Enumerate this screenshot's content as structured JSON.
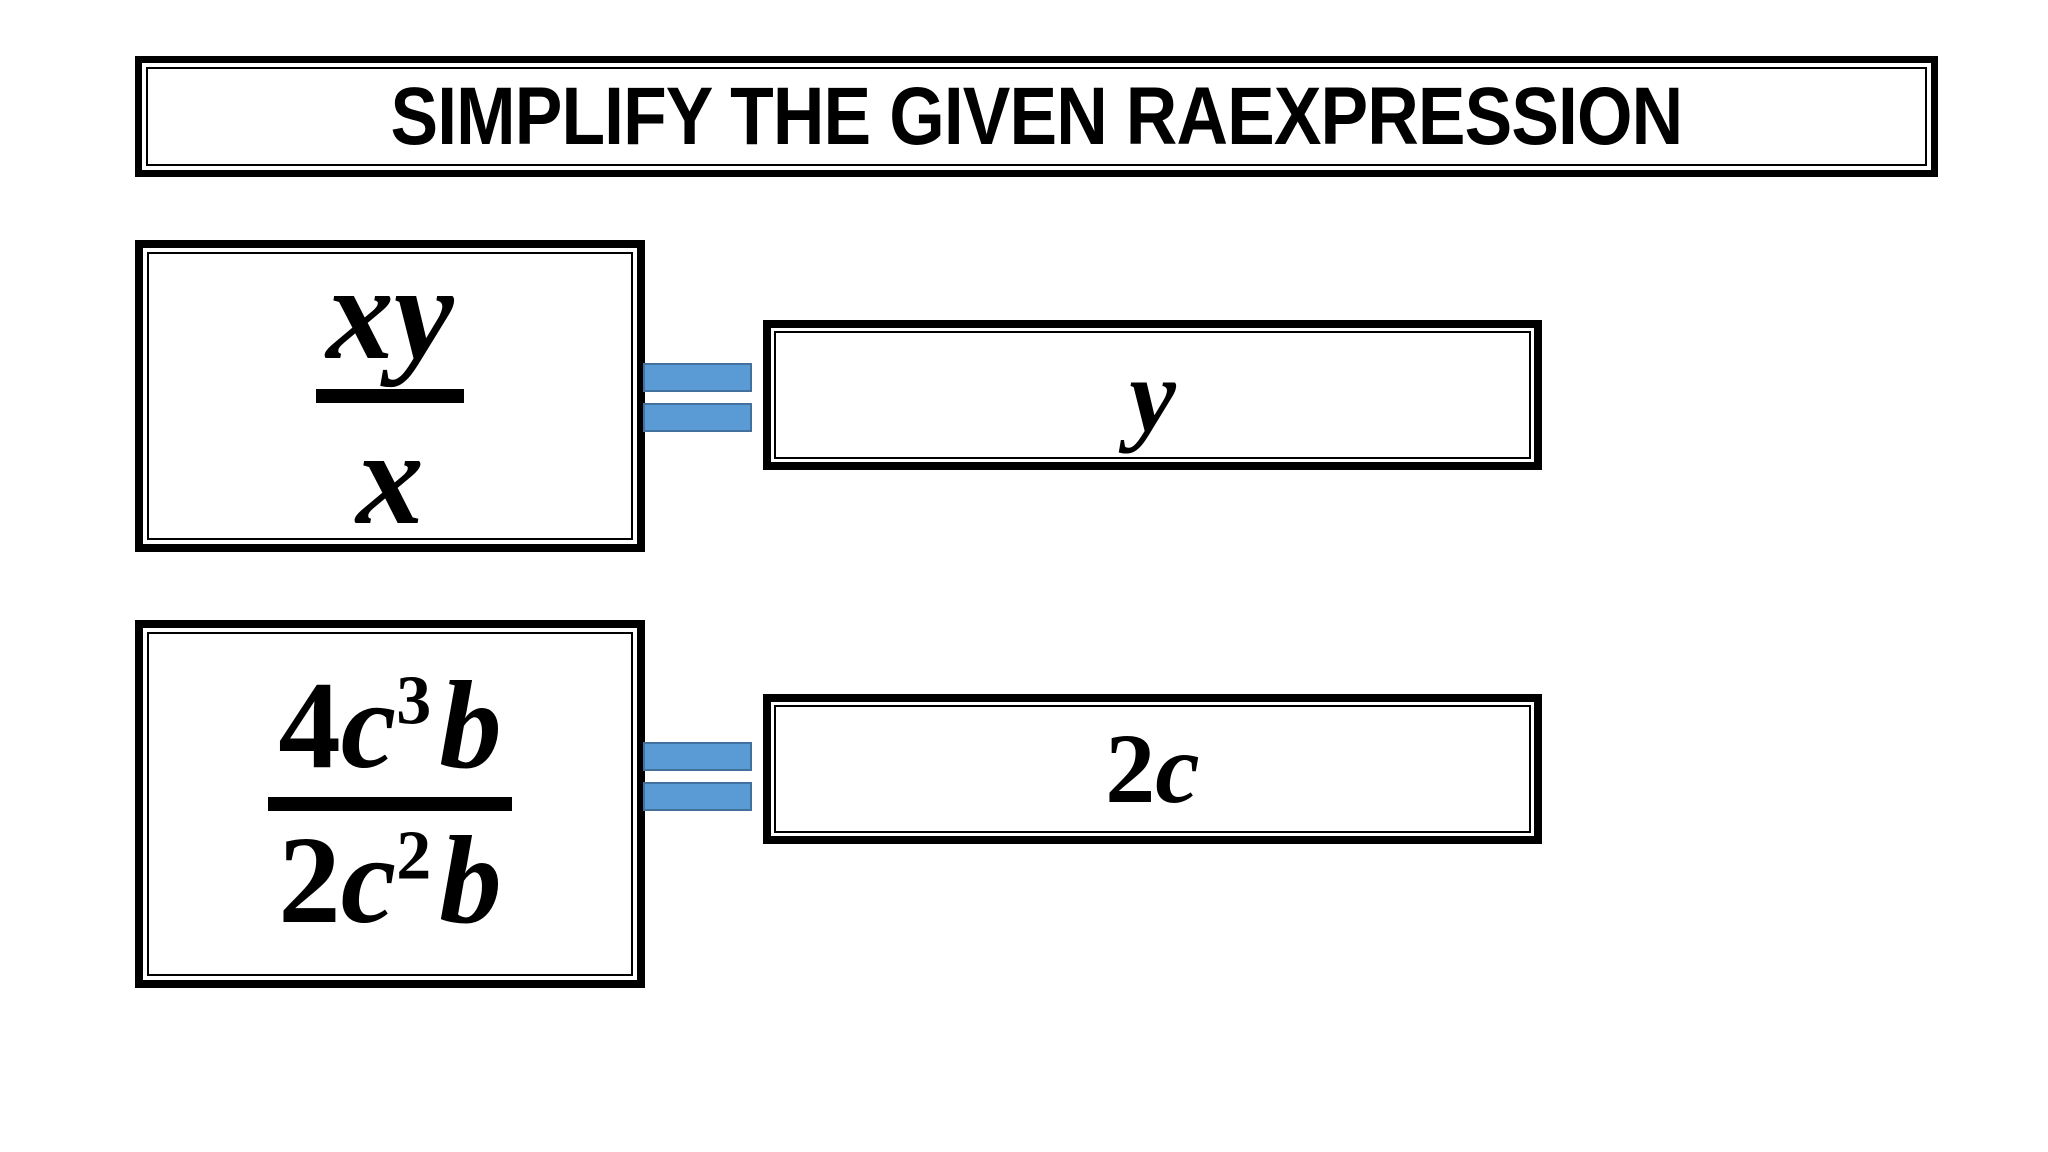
{
  "title": {
    "text": "SIMPLIFY THE GIVEN RAEXPRESSION"
  },
  "problem1": {
    "numerator": "xy",
    "denominator": "x",
    "answer": "y"
  },
  "problem2": {
    "numerator_coefficient": "4",
    "numerator_variable": "c",
    "numerator_exponent": "3",
    "numerator_variable2": "b",
    "denominator_coefficient": "2",
    "denominator_variable": "c",
    "denominator_exponent": "2",
    "denominator_variable2": "b",
    "answer_coefficient": "2",
    "answer_variable": "c"
  },
  "colors": {
    "equals_fill": "#5B9BD5",
    "equals_border": "#41719C",
    "box_border": "#000000",
    "background": "#ffffff",
    "text": "#000000"
  }
}
